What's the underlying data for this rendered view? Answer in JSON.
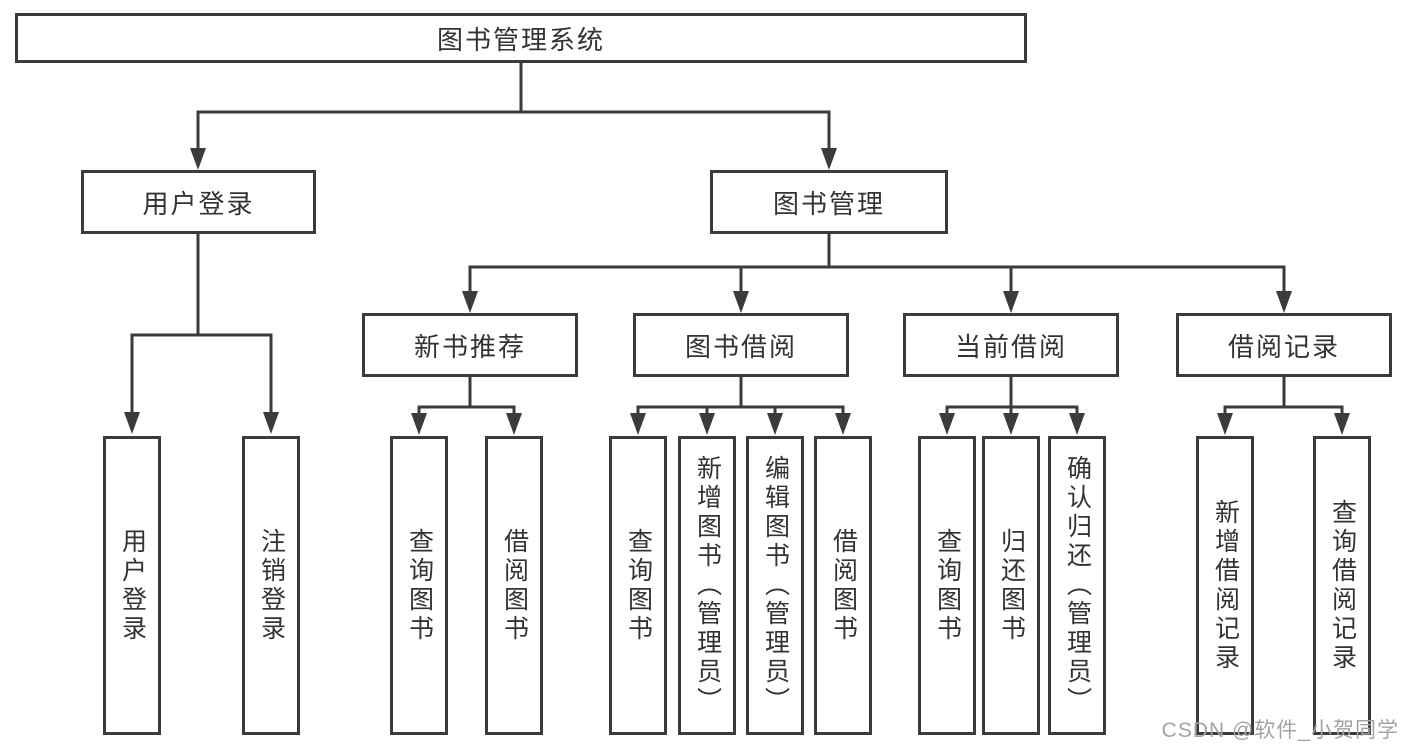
{
  "diagram": {
    "root": {
      "label": "图书管理系统"
    },
    "level1": [
      {
        "label": "用户登录",
        "children": [
          {
            "label": "用户登录"
          },
          {
            "label": "注销登录"
          }
        ]
      },
      {
        "label": "图书管理",
        "children": [
          {
            "label": "新书推荐",
            "children": [
              {
                "label": "查询图书"
              },
              {
                "label": "借阅图书"
              }
            ]
          },
          {
            "label": "图书借阅",
            "children": [
              {
                "label": "查询图书"
              },
              {
                "label": "新增图书（管理员）"
              },
              {
                "label": "编辑图书（管理员）"
              },
              {
                "label": "借阅图书"
              }
            ]
          },
          {
            "label": "当前借阅",
            "children": [
              {
                "label": "查询图书"
              },
              {
                "label": "归还图书"
              },
              {
                "label": "确认归还（管理员）"
              }
            ]
          },
          {
            "label": "借阅记录",
            "children": [
              {
                "label": "新增借阅记录"
              },
              {
                "label": "查询借阅记录"
              }
            ]
          }
        ]
      }
    ]
  },
  "watermark": {
    "text": "CSDN @软件_小贺同学"
  },
  "colors": {
    "line": "#3b3b3b",
    "box_border": "#3b3b3b",
    "text": "#333333",
    "watermark": "#a3a3a3",
    "background": "#ffffff"
  }
}
